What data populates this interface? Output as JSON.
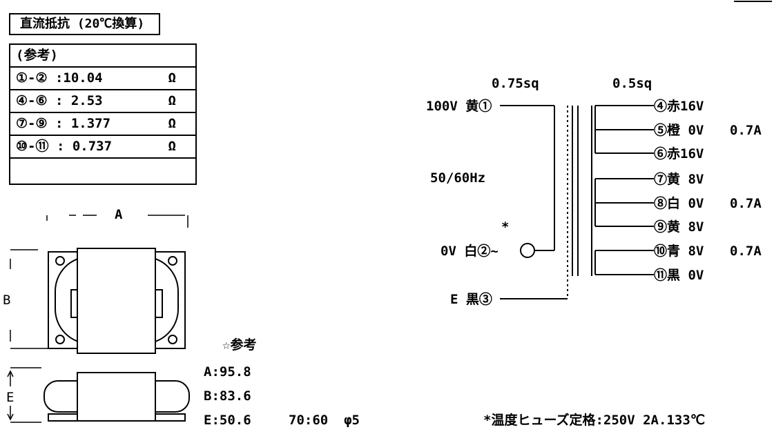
{
  "title_box": "直流抵抗 (20℃換算)",
  "resistance_table": {
    "header": "(参考)",
    "rows": [
      {
        "pins": "①-②",
        "value": ":10.04",
        "unit": "Ω"
      },
      {
        "pins": "④-⑥",
        "value": ": 2.53",
        "unit": "Ω"
      },
      {
        "pins": "⑦-⑨",
        "value": ": 1.377",
        "unit": "Ω"
      },
      {
        "pins": "⑩-⑪",
        "value": ": 0.737",
        "unit": "Ω"
      }
    ]
  },
  "dimension_labels": {
    "a": "A",
    "b": "B",
    "e": "E"
  },
  "reference": {
    "heading": "☆参考",
    "a": "A:95.8",
    "b": "B:83.6",
    "e": "E:50.6",
    "mount": "70:60  φ5"
  },
  "schematic": {
    "primary_wire": "0.75sq",
    "secondary_wire": "0.5sq",
    "primary": {
      "p1": "100V 黄①",
      "freq": "50/60Hz",
      "star": "*",
      "p2": "0V 白②~",
      "p3": "E 黒③"
    },
    "secondary": [
      {
        "label": "④赤16V",
        "current": ""
      },
      {
        "label": "⑤橙 0V",
        "current": "0.7A"
      },
      {
        "label": "⑥赤16V",
        "current": ""
      },
      {
        "label": "⑦黄 8V",
        "current": ""
      },
      {
        "label": "⑧白 0V",
        "current": "0.7A"
      },
      {
        "label": "⑨黄 8V",
        "current": ""
      },
      {
        "label": "⑩青 8V",
        "current": "0.7A"
      },
      {
        "label": "⑪黒 0V",
        "current": ""
      }
    ],
    "fuse_note": "*温度ヒューズ定格:250V 2A.133℃"
  }
}
